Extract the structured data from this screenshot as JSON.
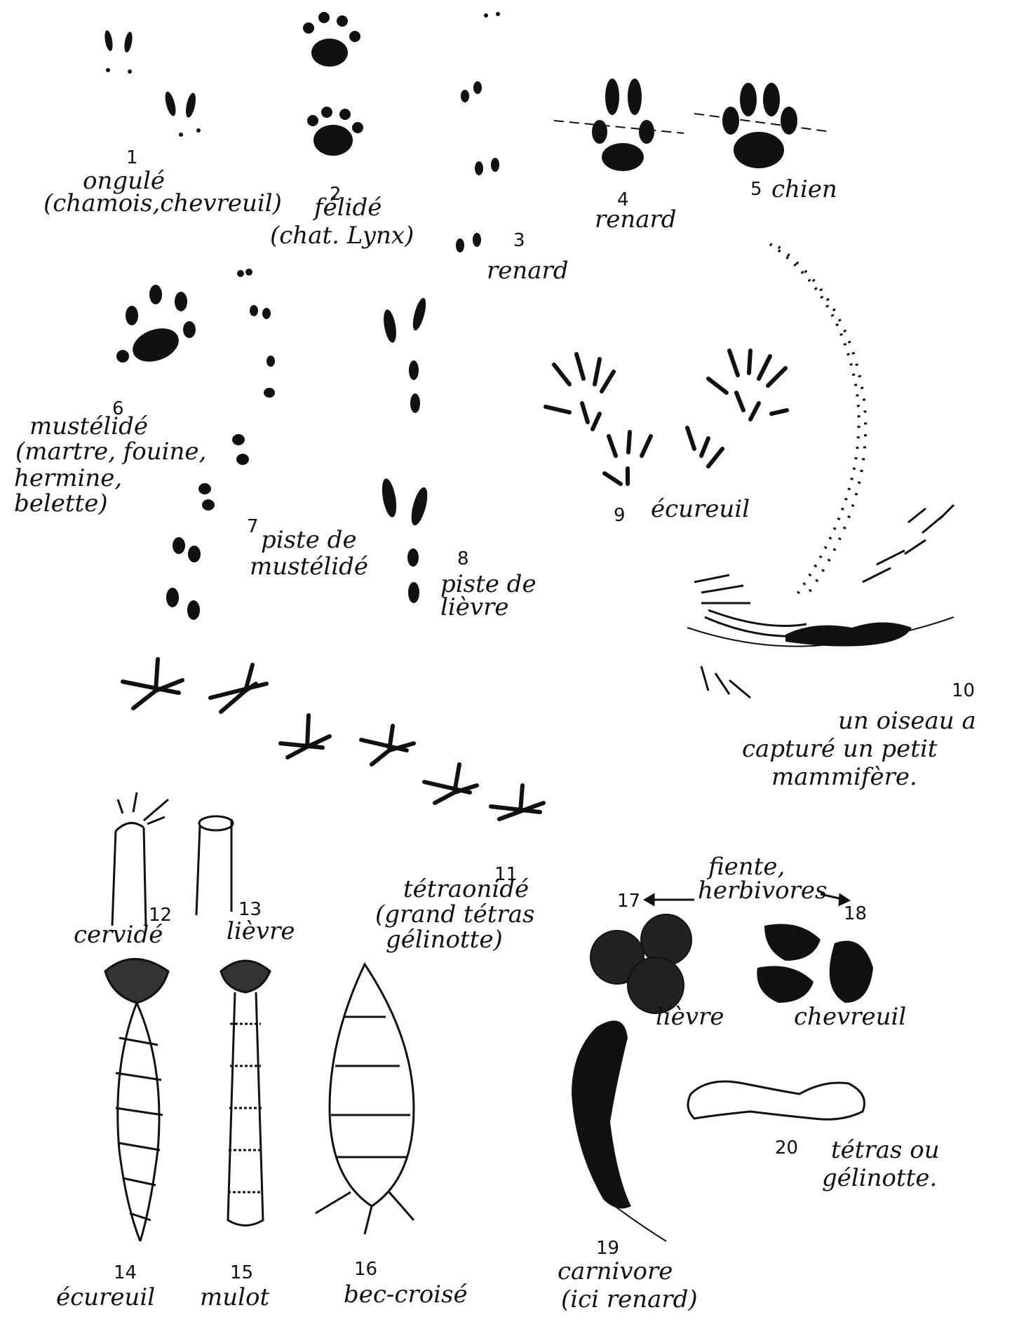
{
  "items": [
    {
      "num": "1",
      "label": "ongulé",
      "sublabel": "(chamois,chevreuil)"
    },
    {
      "num": "2",
      "label": "félidé",
      "sublabel": "(chat. Lynx)"
    },
    {
      "num": "3",
      "label": "renard"
    },
    {
      "num": "4",
      "label": "renard"
    },
    {
      "num": "5",
      "label": "chien"
    },
    {
      "num": "6",
      "label": "mustélidé",
      "sublabel": "(martre, fouine,",
      "sublabel2": "hermine,",
      "sublabel3": "belette)"
    },
    {
      "num": "7",
      "label": "piste de",
      "sublabel": "mustélidé"
    },
    {
      "num": "8",
      "label": "piste de",
      "sublabel": "lièvre"
    },
    {
      "num": "9",
      "label": "écureuil"
    },
    {
      "num": "10",
      "label": "un oiseau a",
      "sublabel": "capturé un petit",
      "sublabel2": "mammifère."
    },
    {
      "num": "11",
      "label": "tétraonidé",
      "sublabel": "(grand tétras",
      "sublabel2": "gélinotte)"
    },
    {
      "num": "12",
      "label": "cervidé"
    },
    {
      "num": "13",
      "label": "lièvre"
    },
    {
      "num": "14",
      "label": "écureuil"
    },
    {
      "num": "15",
      "label": "mulot"
    },
    {
      "num": "16",
      "label": "bec-croisé"
    },
    {
      "num": "17",
      "label": "lièvre"
    },
    {
      "num": "18",
      "label": "chevreuil"
    },
    {
      "num": "19",
      "label": "carnivore",
      "sublabel": "(ici renard)"
    },
    {
      "num": "20",
      "label": "tétras ou",
      "sublabel": "gélinotte."
    }
  ],
  "fiente_label": "fiente,",
  "herbivores_label": "herbivores"
}
